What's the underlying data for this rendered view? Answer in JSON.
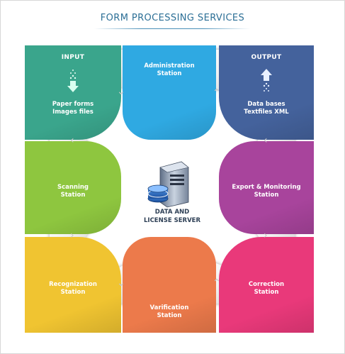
{
  "title": "FORM PROCESSING SERVICES",
  "center": {
    "line1": "DATA AND",
    "line2": "LICENSE SERVER"
  },
  "tiles": {
    "input": {
      "heading": "INPUT",
      "line1": "Paper forms",
      "line2": "Images files",
      "color": "#3aa58c"
    },
    "administration": {
      "line1": "Administration",
      "line2": "Station",
      "color": "#2fa9e2"
    },
    "output": {
      "heading": "OUTPUT",
      "line1": "Data bases",
      "line2": "Textfiles XML",
      "color": "#44629c"
    },
    "scanning": {
      "line1": "Scanning",
      "line2": "Station",
      "color": "#8ec63f"
    },
    "export": {
      "line1": "Export & Monitoring",
      "line2": "Station",
      "color": "#a8449c"
    },
    "recognization": {
      "line1": "Recognization",
      "line2": "Station",
      "color": "#f0c431"
    },
    "varification": {
      "line1": "Varification",
      "line2": "Station",
      "color": "#ec7a4b"
    },
    "correction": {
      "line1": "Correction",
      "line2": "Station",
      "color": "#e9397a"
    }
  },
  "icons": {
    "input": "arrow-down-icon",
    "output": "arrow-up-icon",
    "server": "database-server-icon"
  }
}
